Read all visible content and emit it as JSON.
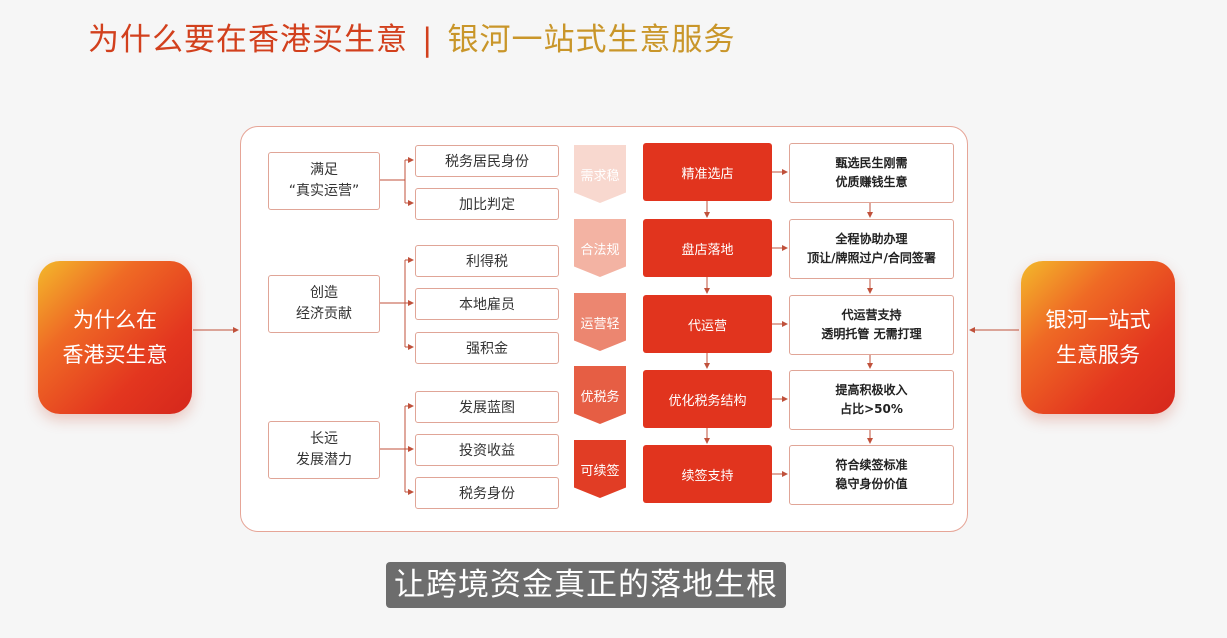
{
  "header": {
    "title_left": "为什么要在香港买生意",
    "separator": "|",
    "title_right": "银河一站式生意服务"
  },
  "left_box": {
    "line1": "为什么在",
    "line2": "香港买生意"
  },
  "right_box": {
    "line1": "银河一站式",
    "line2": "生意服务"
  },
  "categories": [
    {
      "line1": "满足",
      "line2": "“真实运营”",
      "items": [
        "税务居民身份",
        "加比判定"
      ]
    },
    {
      "line1": "创造",
      "line2": "经济贡献",
      "items": [
        "利得税",
        "本地雇员",
        "强积金"
      ]
    },
    {
      "line1": "长远",
      "line2": "发展潜力",
      "items": [
        "发展蓝图",
        "投资收益",
        "税务身份"
      ]
    }
  ],
  "benefits": [
    "需求稳",
    "合法规",
    "运营轻",
    "优税务",
    "可续签"
  ],
  "steps": [
    {
      "label": "精准选店",
      "desc1": "甄选民生刚需",
      "desc2": "优质赚钱生意"
    },
    {
      "label": "盘店落地",
      "desc1": "全程协助办理",
      "desc2": "顶让/牌照过户/合同签署"
    },
    {
      "label": "代运营",
      "desc1": "代运营支持",
      "desc2": "透明托管 无需打理"
    },
    {
      "label": "优化税务结构",
      "desc1": "提高积极收入",
      "desc2": "占比>50%"
    },
    {
      "label": "续签支持",
      "desc1": "符合续签标准",
      "desc2": "稳守身份价值"
    }
  ],
  "caption": "让跨境资金真正的落地生根",
  "colors": {
    "title": "#d2401d",
    "title_accent": "#c9962a",
    "step_fill": "#e1341e",
    "frame_border": "#e6a597",
    "connector": "#c0513b",
    "chevron_shades": [
      "#f8d8cf",
      "#f3b3a3",
      "#ec8670",
      "#e65e44",
      "#e13d25"
    ]
  }
}
